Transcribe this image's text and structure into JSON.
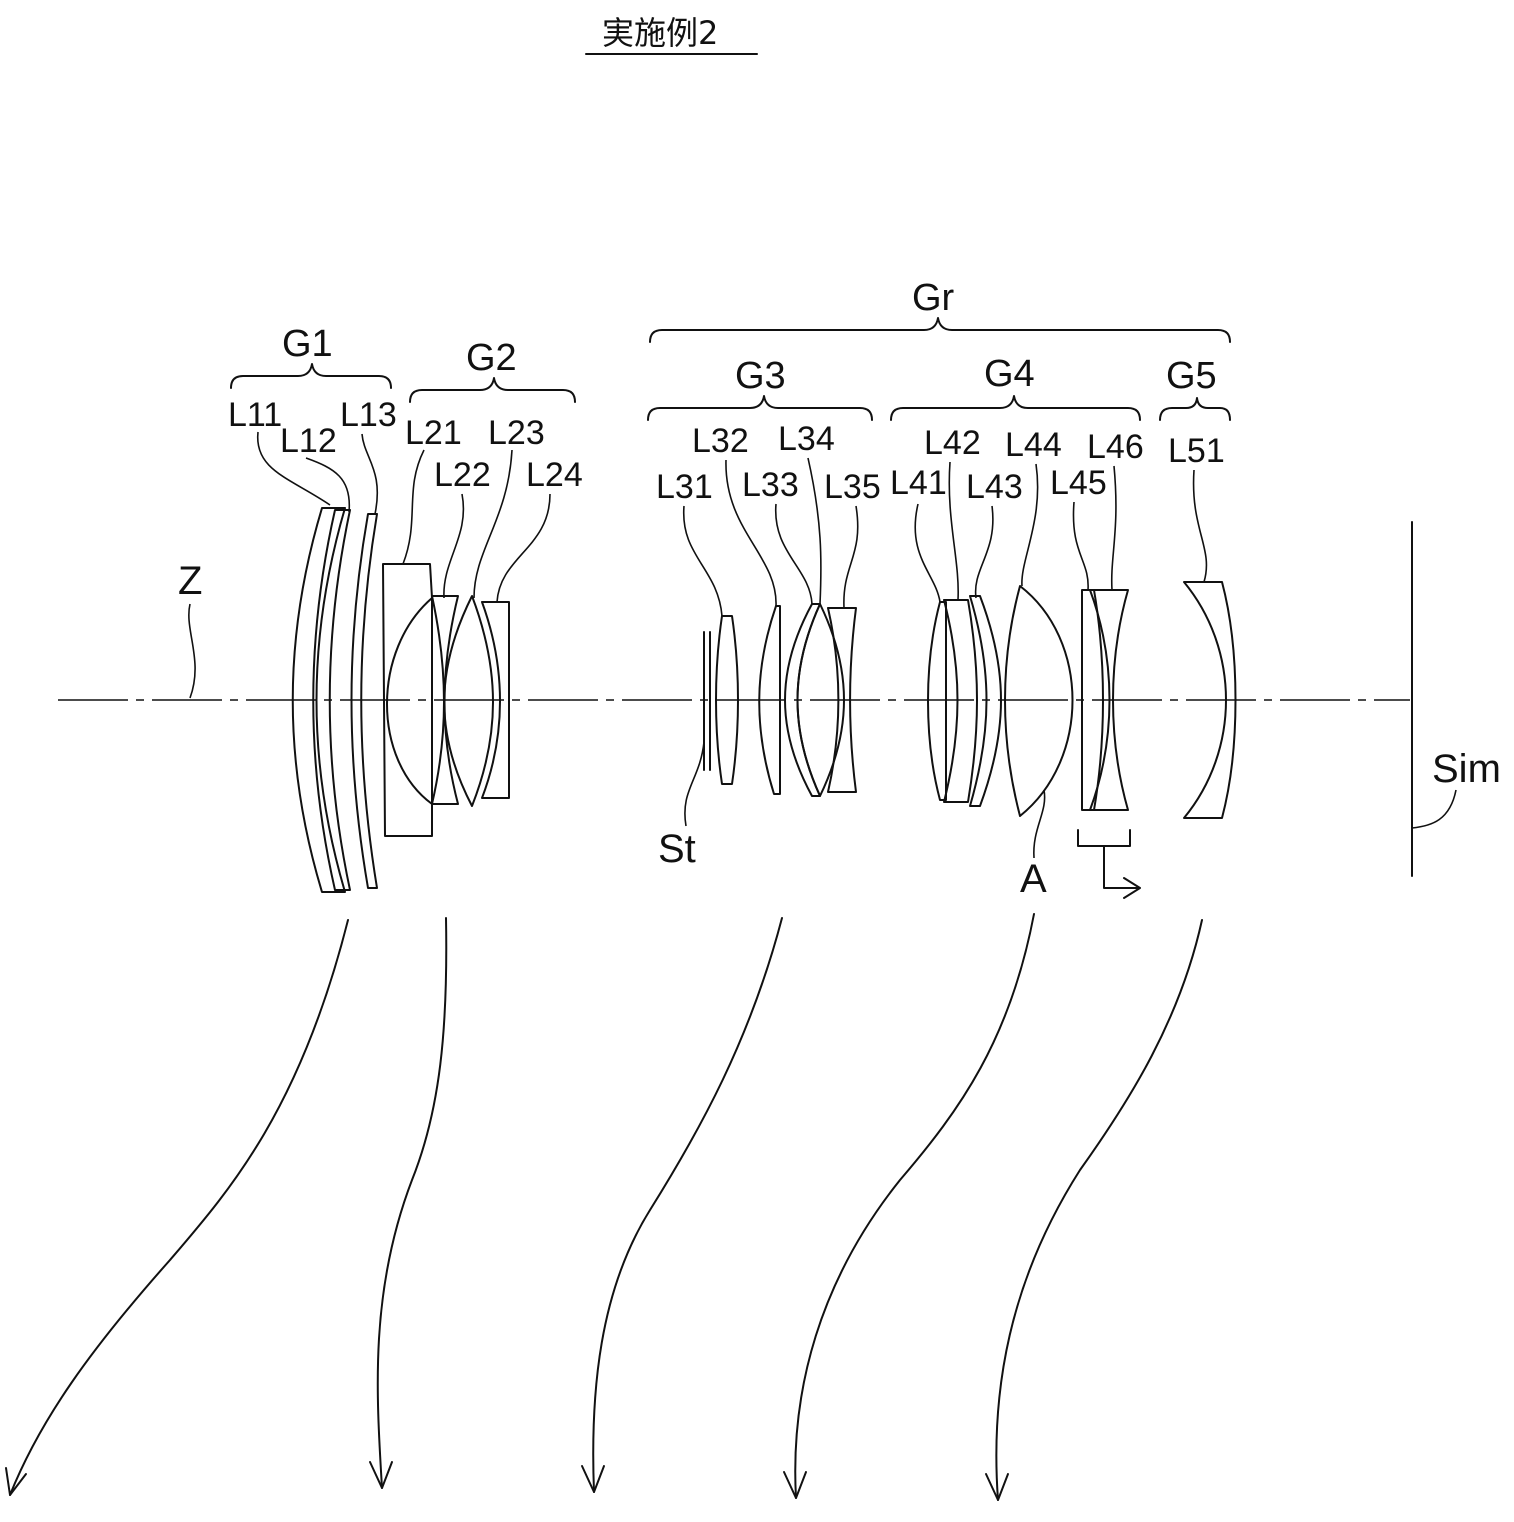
{
  "title": "実施例2",
  "groups": {
    "gr": "Gr",
    "g1": "G1",
    "g2": "G2",
    "g3": "G3",
    "g4": "G4",
    "g5": "G5"
  },
  "lenses": {
    "l11": "L11",
    "l12": "L12",
    "l13": "L13",
    "l21": "L21",
    "l22": "L22",
    "l23": "L23",
    "l24": "L24",
    "l31": "L31",
    "l32": "L32",
    "l33": "L33",
    "l34": "L34",
    "l35": "L35",
    "l41": "L41",
    "l42": "L42",
    "l43": "L43",
    "l44": "L44",
    "l45": "L45",
    "l46": "L46",
    "l51": "L51"
  },
  "markers": {
    "axis": "Z",
    "stop": "St",
    "aspheric": "A",
    "image_plane": "Sim"
  },
  "colors": {
    "line": "#111111",
    "background": "#ffffff"
  }
}
